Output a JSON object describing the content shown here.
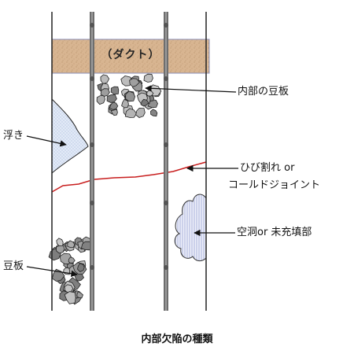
{
  "duct_label": "（ダクト）",
  "labels": {
    "internal_honeycomb": "内部の豆板",
    "float": "浮き",
    "crack_line1": "ひび割れ or",
    "crack_line2": "コールドジョイント",
    "void": "空洞or 未充填部",
    "honeycomb": "豆板"
  },
  "caption": "内部欠陥の種類",
  "colors": {
    "wall_line": "#222222",
    "rebar": "#6e6e6e",
    "duct_fill": "#d8b591",
    "duct_border": "#8a8fb8",
    "crack": "#c81e1e",
    "float_fill": "#dfe8f6",
    "void_fill": "#e6eaf8",
    "aggregate": "#9a9a9a"
  }
}
